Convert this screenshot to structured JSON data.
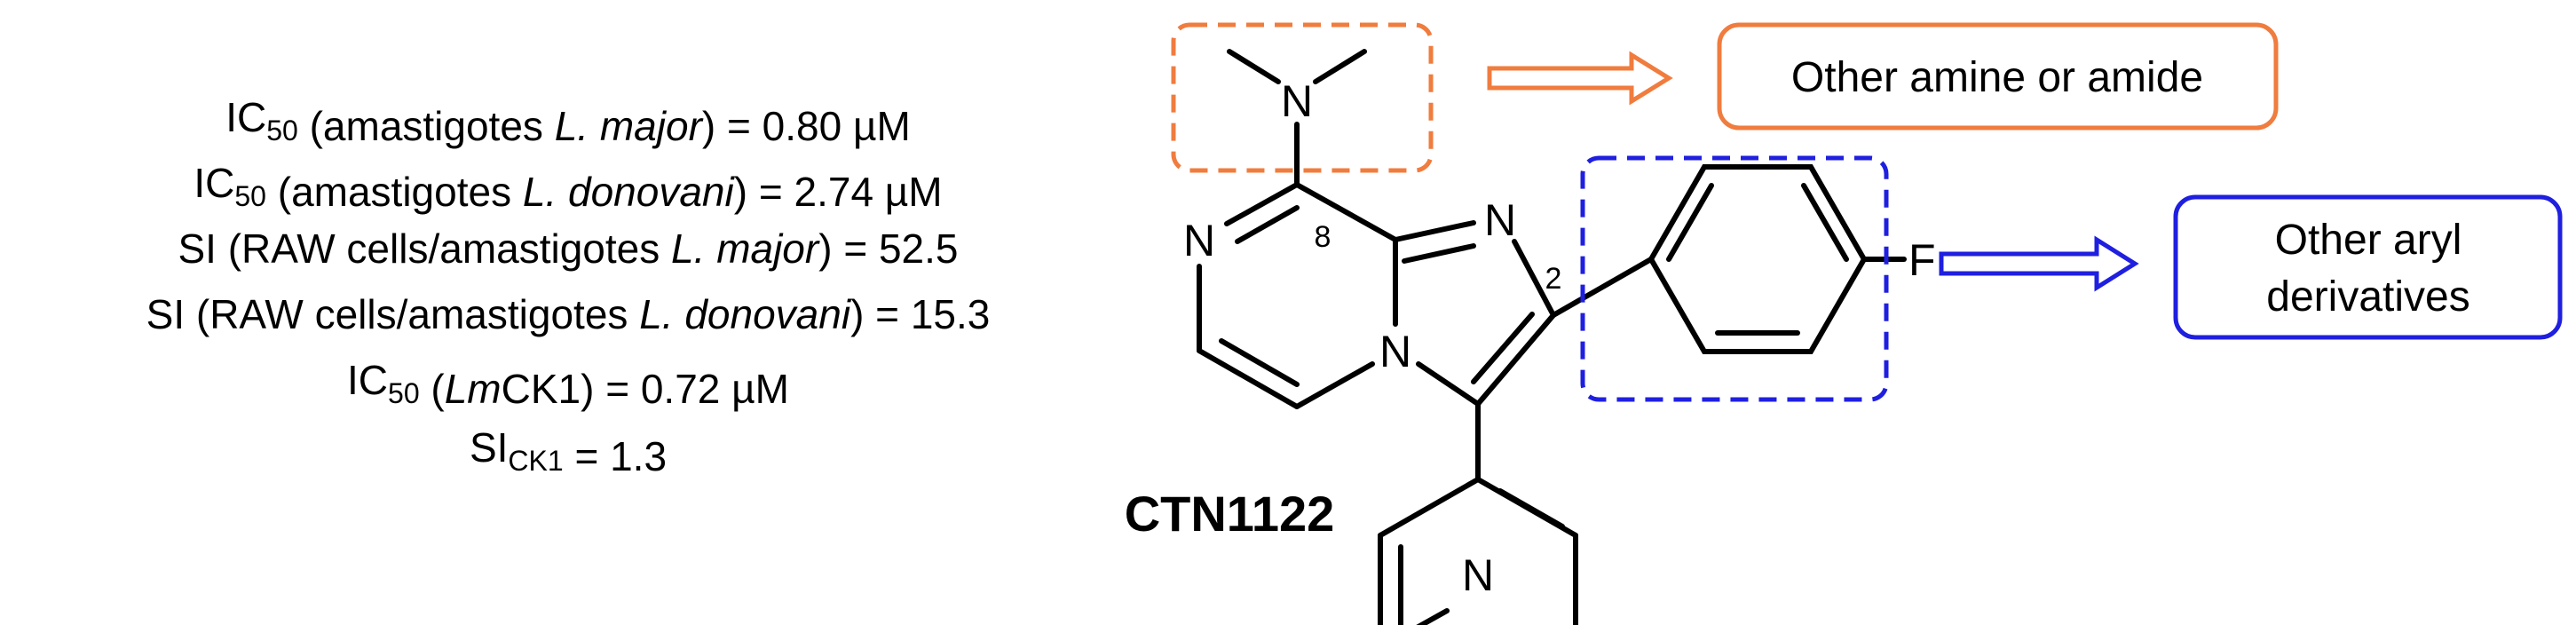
{
  "properties": [
    {
      "parts": [
        {
          "t": "IC"
        },
        {
          "t": "50",
          "sub": true
        },
        {
          "t": " (amastigotes "
        },
        {
          "t": "L. major",
          "it": true
        },
        {
          "t": ") = 0.80 µM"
        }
      ]
    },
    {
      "parts": [
        {
          "t": "IC"
        },
        {
          "t": "50",
          "sub": true
        },
        {
          "t": " (amastigotes "
        },
        {
          "t": "L. donovani",
          "it": true
        },
        {
          "t": ") = 2.74 µM"
        }
      ]
    },
    {
      "parts": [
        {
          "t": "SI (RAW cells/amastigotes "
        },
        {
          "t": "L. major",
          "it": true
        },
        {
          "t": ") = 52.5"
        }
      ]
    },
    {
      "parts": [
        {
          "t": "SI (RAW cells/amastigotes "
        },
        {
          "t": "L. donovani",
          "it": true
        },
        {
          "t": ") = 15.3"
        }
      ]
    },
    {
      "parts": [
        {
          "t": "IC"
        },
        {
          "t": "50",
          "sub": true
        },
        {
          "t": " ("
        },
        {
          "t": "Lm",
          "it": true
        },
        {
          "t": "CK1) = 0.72 µM"
        }
      ]
    },
    {
      "parts": [
        {
          "t": "SI"
        },
        {
          "t": "CK1",
          "sub": true
        },
        {
          "t": " = 1.3"
        }
      ]
    }
  ],
  "molecule": {
    "name": "CTN1122",
    "atoms": {
      "amine_n": "N",
      "pyrazine_n": "N",
      "imidazole_n": "N",
      "bridge_n": "N",
      "pyridine_n": "N",
      "fluorine": "F"
    },
    "locants": {
      "c8": "8",
      "c2": "2"
    }
  },
  "modifications": [
    {
      "label_lines": [
        "Other amine or amide"
      ],
      "color": "#F07C3E"
    },
    {
      "label_lines": [
        "Other aryl",
        "derivatives"
      ],
      "color": "#1F1FE0"
    }
  ],
  "colors": {
    "amine_highlight": "#F07C3E",
    "aryl_highlight": "#1F1FE0",
    "text": "#000000"
  }
}
